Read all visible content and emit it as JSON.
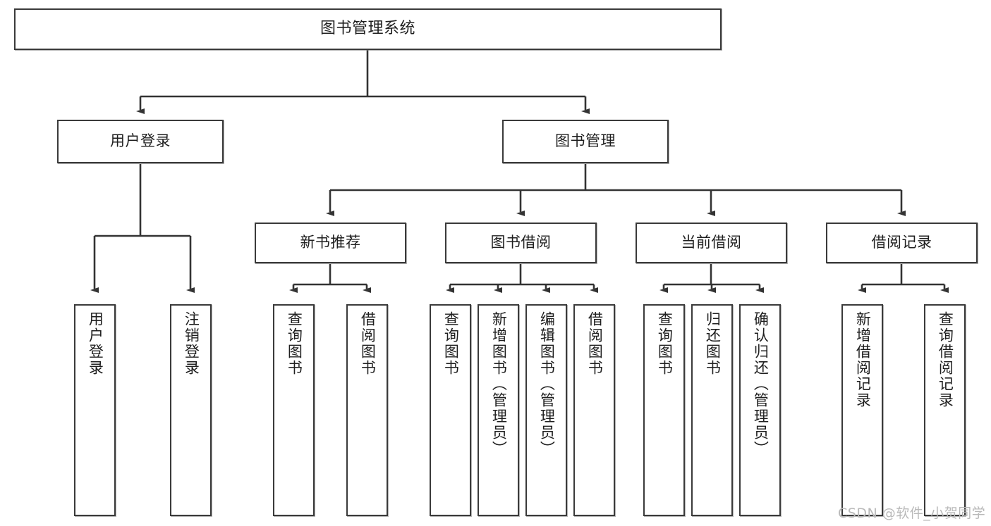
{
  "diagram": {
    "title": "图书管理系统",
    "type": "tree",
    "watermark": "CSDN @软件_小贺同学",
    "colors": {
      "border": "#3a3a3a",
      "background": "#ffffff",
      "text": "#1f1f1f",
      "connector": "#3a3a3a",
      "watermark": "#b9b9b9"
    },
    "nodes": {
      "root": {
        "label": "图书管理系统"
      },
      "level2": [
        {
          "label": "用户登录"
        },
        {
          "label": "图书管理"
        }
      ],
      "level3": [
        {
          "label": "新书推荐"
        },
        {
          "label": "图书借阅"
        },
        {
          "label": "当前借阅"
        },
        {
          "label": "借阅记录"
        }
      ],
      "leaves": {
        "user_login": [
          {
            "label": "用户登录"
          },
          {
            "label": "注销登录"
          }
        ],
        "new_book_recommend": [
          {
            "label": "查询图书"
          },
          {
            "label": "借阅图书"
          }
        ],
        "book_borrow": [
          {
            "label": "查询图书"
          },
          {
            "label": "新增图书（管理员）"
          },
          {
            "label": "编辑图书（管理员）"
          },
          {
            "label": "借阅图书"
          }
        ],
        "current_borrow": [
          {
            "label": "查询图书"
          },
          {
            "label": "归还图书"
          },
          {
            "label": "确认归还（管理员）"
          }
        ],
        "borrow_record": [
          {
            "label": "新增借阅记录"
          },
          {
            "label": "查询借阅记录"
          }
        ]
      }
    }
  }
}
